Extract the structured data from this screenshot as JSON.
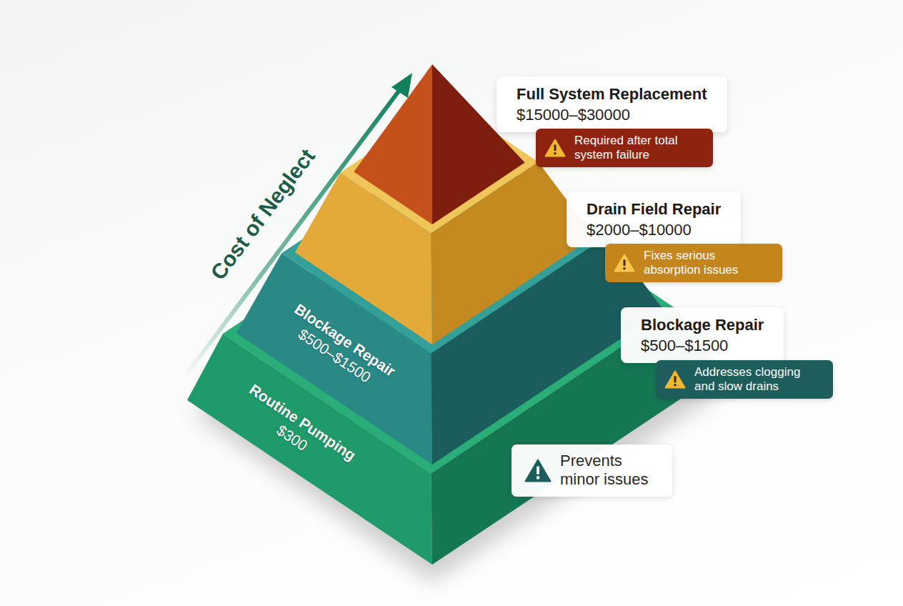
{
  "diagram": {
    "nodes": [
      {
        "text": [
          "Full System Replacement",
          "$15000–$30000"
        ]
      },
      {
        "text": [
          "Required after total system failure"
        ]
      },
      {
        "text": [
          "Drain Field Repair",
          "$2000–$10000"
        ]
      },
      {
        "text": [
          "Fixes serious absorption issues"
        ]
      },
      {
        "text": [
          "Blockage Repair",
          "$500–$1500"
        ]
      },
      {
        "text": [
          "Blockage Repair",
          "$500–$1500"
        ]
      },
      {
        "text": [
          "Addresses clogging and slow drains"
        ]
      },
      {
        "text": [
          "Routine Pumping",
          "$300"
        ]
      },
      {
        "text": [
          "Prevents minor issues"
        ]
      }
    ],
    "labels": [
      "Cost of Neglect"
    ]
  }
}
